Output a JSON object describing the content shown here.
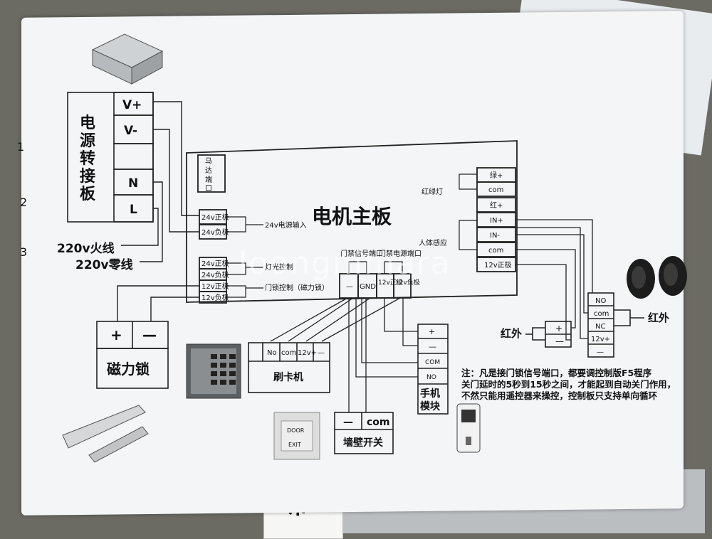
{
  "power_adapter": {
    "title_chars": [
      "电",
      "源",
      "转",
      "接",
      "板"
    ],
    "terminals": [
      "V+",
      "V-",
      "",
      "N",
      "L"
    ],
    "live_label": "220v火线",
    "neutral_label": "220v零线"
  },
  "main_board": {
    "title": "电机主板",
    "motor_port": [
      "马",
      "达",
      "端",
      "口"
    ],
    "left_terminals_top": [
      "24v正极",
      "24v负极"
    ],
    "power_input_label": "24v电源输入",
    "left_terminals_bottom": [
      "24v正极",
      "24v负极",
      "12v正极",
      "12v负极"
    ],
    "light_control_label": "灯光控制",
    "lock_control_label": "门锁控制（磁力锁）",
    "lock_signal_port_label": "门禁信号端口",
    "lock_power_port_label": "门禁电源端口",
    "bottom_terminals": [
      "—",
      "GND",
      "12v正级",
      "12v负极"
    ],
    "right_terminals": [
      "绿+",
      "com",
      "红+",
      "IN+",
      "IN-",
      "com",
      "12v正极"
    ],
    "traffic_light_label": "红绿灯",
    "human_sensor_label": "人体感应"
  },
  "mag_lock": {
    "terminals": [
      "+",
      "—"
    ],
    "label": "磁力锁"
  },
  "card_reader": {
    "terminals": [
      "No",
      "com",
      "12v+",
      "—"
    ],
    "label": "刷卡机"
  },
  "wall_switch": {
    "terminals": [
      "—",
      "com"
    ],
    "label": "墙壁开关"
  },
  "phone_module": {
    "terminals": [
      "+",
      "—",
      "COM",
      "NO"
    ],
    "label_lines": [
      "手机",
      "模块"
    ]
  },
  "ir_receiver": {
    "terminals": [
      "NO",
      "com",
      "NC",
      "12v+",
      "—"
    ],
    "label": "红外"
  },
  "ir_emitter": {
    "terminals": [
      "+",
      "—"
    ],
    "label": "红外"
  },
  "exit_button": {
    "line1": "DOOR",
    "line2": "EXIT"
  },
  "note": {
    "lines": [
      "注：凡是接门锁信号端口，都要调控制版F5程序",
      "关门延时的5秒到15秒之间，才能起到自动关门作用，",
      "不然只能用遥控器来操控，控制板只支持单向循环"
    ]
  },
  "page_margin_numbers": [
    "1",
    "2",
    "3"
  ],
  "watermark": "loongnimara",
  "card_stub_text": "卡"
}
